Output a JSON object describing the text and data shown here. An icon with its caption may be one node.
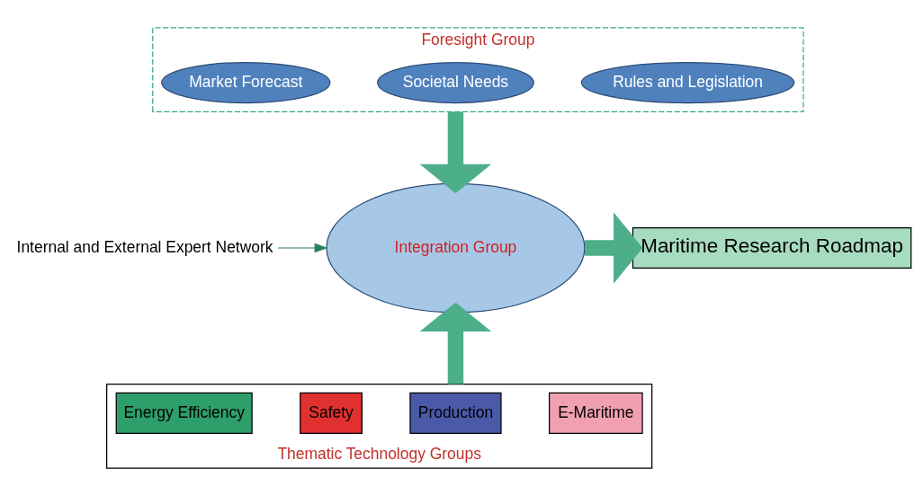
{
  "diagram": {
    "nodes": [
      {
        "text": [
          "Foresight Group"
        ]
      },
      {
        "text": [
          "Market Forecast"
        ],
        "in": 0
      },
      {
        "text": [
          "Societal Needs"
        ],
        "in": 0
      },
      {
        "text": [
          "Rules and Legislation"
        ],
        "in": 0
      },
      {
        "text": [
          "Integration Group"
        ]
      },
      {
        "text": [
          "Maritime Research Roadmap"
        ]
      },
      {
        "text": [
          "Internal and External Expert Network"
        ]
      },
      {
        "text": [
          "Thematic Technology Groups"
        ]
      },
      {
        "text": [
          "Energy Efficiency"
        ],
        "in": 7
      },
      {
        "text": [
          "Safety"
        ],
        "in": 7
      },
      {
        "text": [
          "Production"
        ],
        "in": 7
      },
      {
        "text": [
          "E-Maritime"
        ],
        "in": 7
      }
    ],
    "edges": [
      {
        "from": 0,
        "to": 4,
        "arrow": "to"
      },
      {
        "from": 6,
        "to": 4,
        "arrow": "to",
        "color": "#2e7d5a"
      },
      {
        "from": 4,
        "to": 5,
        "arrow": "to"
      },
      {
        "from": 7,
        "to": 4,
        "arrow": "to"
      }
    ]
  }
}
